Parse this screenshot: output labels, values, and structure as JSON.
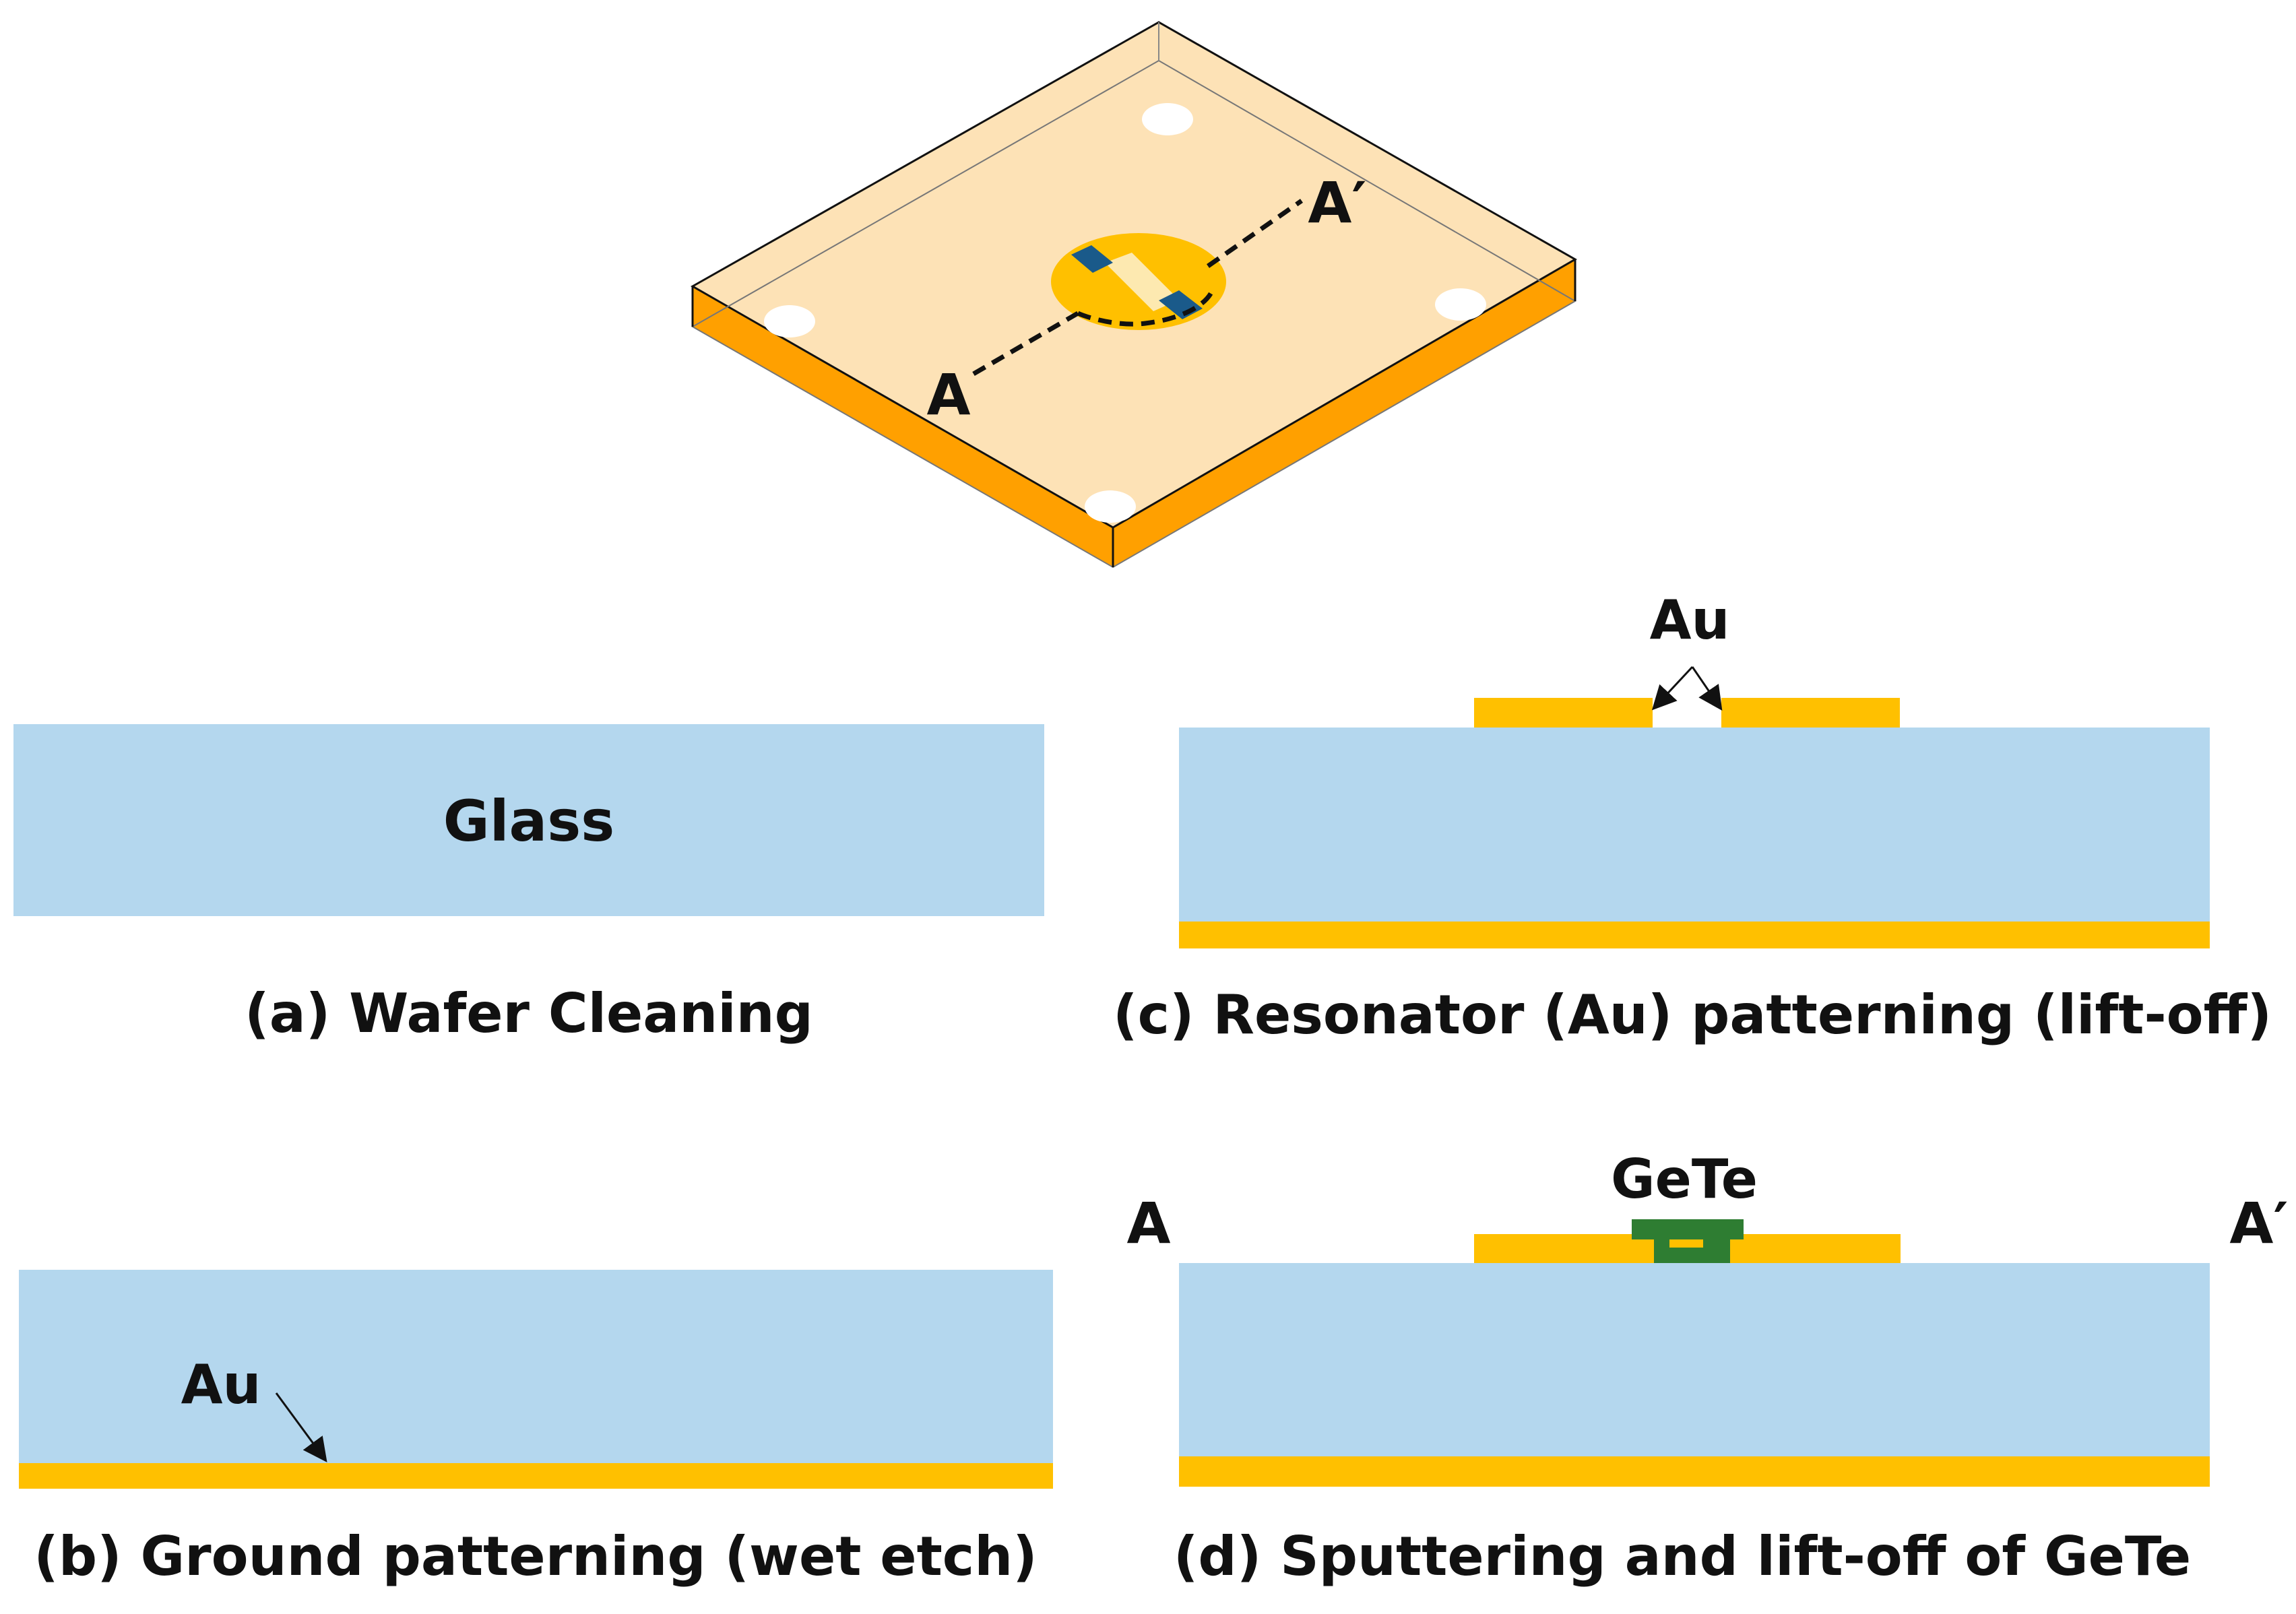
{
  "colors": {
    "glass": "#b4d7ee",
    "gold": "#ffc000",
    "substrate_side": "#ffa000",
    "substrate_top": "#fde2b6",
    "resonator": "#ffc000",
    "electrode": "#1a5a8a",
    "gete": "#2e7d32",
    "outline": "#111111"
  },
  "isometric_view": {
    "label_a": "A",
    "label_a_prime": "A′",
    "icons": [
      "substrate-box",
      "resonator-disk",
      "electrode-pads",
      "via-holes",
      "cut-line"
    ]
  },
  "panels": {
    "a": {
      "caption": "(a) Wafer Cleaning",
      "layer_label": "Glass"
    },
    "b": {
      "caption": "(b) Ground patterning (wet etch)",
      "layer_label": "Au"
    },
    "c": {
      "caption": "(c) Resonator (Au) patterning (lift-off)",
      "layer_label": "Au"
    },
    "d": {
      "caption": "(d) Sputtering and lift-off of GeTe",
      "layer_label": "GeTe",
      "label_left": "A",
      "label_right": "A′"
    }
  }
}
